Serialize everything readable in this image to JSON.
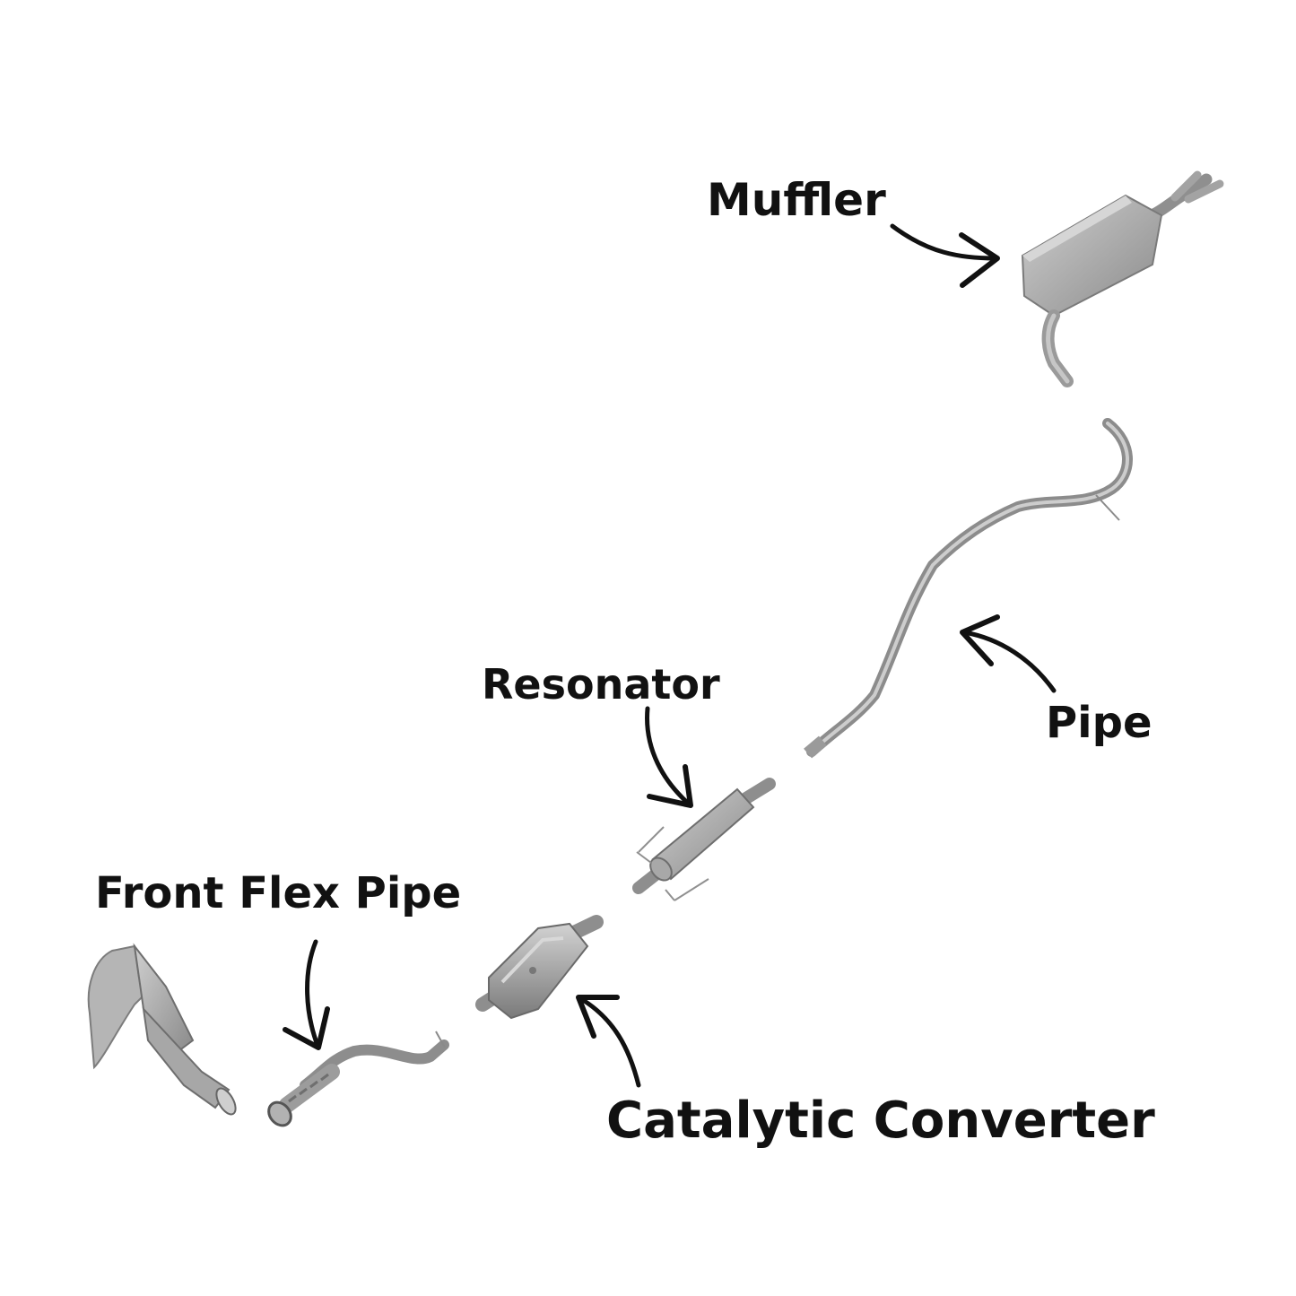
{
  "labels": {
    "muffler": "Muffler",
    "resonator": "Resonator",
    "pipe": "Pipe",
    "front_flex_pipe": "Front Flex Pipe",
    "catalytic_converter": "Catalytic Converter"
  },
  "colors": {
    "background": "#ffffff",
    "text": "#111111",
    "arrow": "#111111",
    "metal": "#9c9c9c",
    "metal_dark": "#6e6e6e",
    "metal_light": "#c8c8c8"
  }
}
